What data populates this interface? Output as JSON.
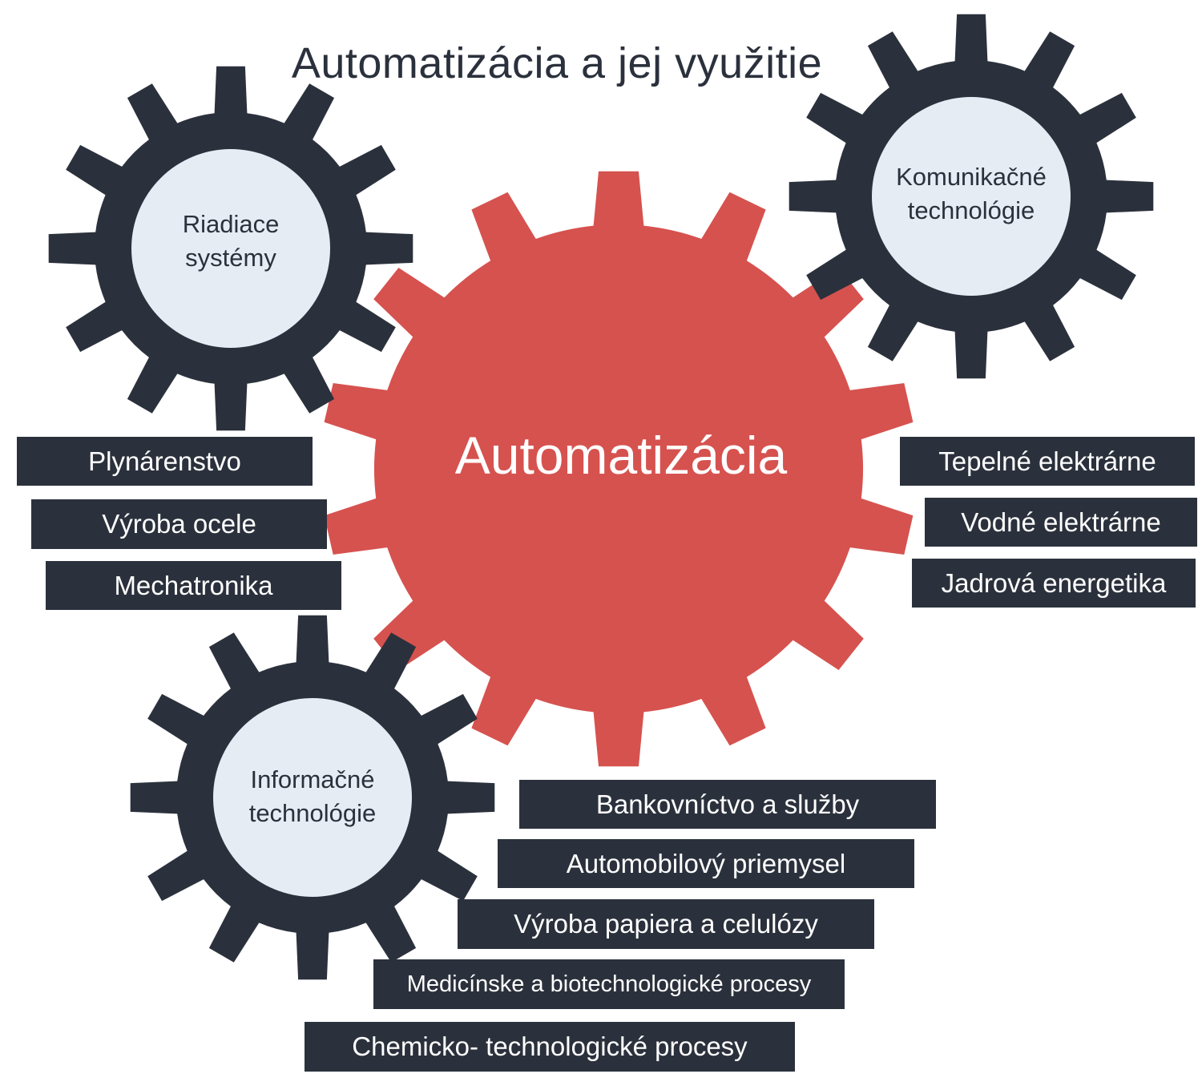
{
  "title": "Automatizácia a jej využitie",
  "center_gear": {
    "label": "Automatizácia"
  },
  "gears": {
    "top_left": {
      "line1": "Riadiace",
      "line2": "systémy"
    },
    "top_right": {
      "line1": "Komunikačné",
      "line2": "technológie"
    },
    "bottom_left": {
      "line1": "Informačné",
      "line2": "technológie"
    }
  },
  "left_boxes": [
    "Plynárenstvo",
    "Výroba ocele",
    "Mechatronika"
  ],
  "right_boxes": [
    "Tepelné elektrárne",
    "Vodné elektrárne",
    "Jadrová energetika"
  ],
  "bottom_boxes": [
    "Bankovníctvo a služby",
    "Automobilový priemysel",
    "Výroba papiera a celulózy",
    "Medicínske a biotechnologické procesy",
    "Chemicko- technologické procesy"
  ],
  "colors": {
    "dark": "#2b313c",
    "red": "#d6524f",
    "light": "#e6ecf3"
  },
  "icons": [
    "gear-icon"
  ]
}
